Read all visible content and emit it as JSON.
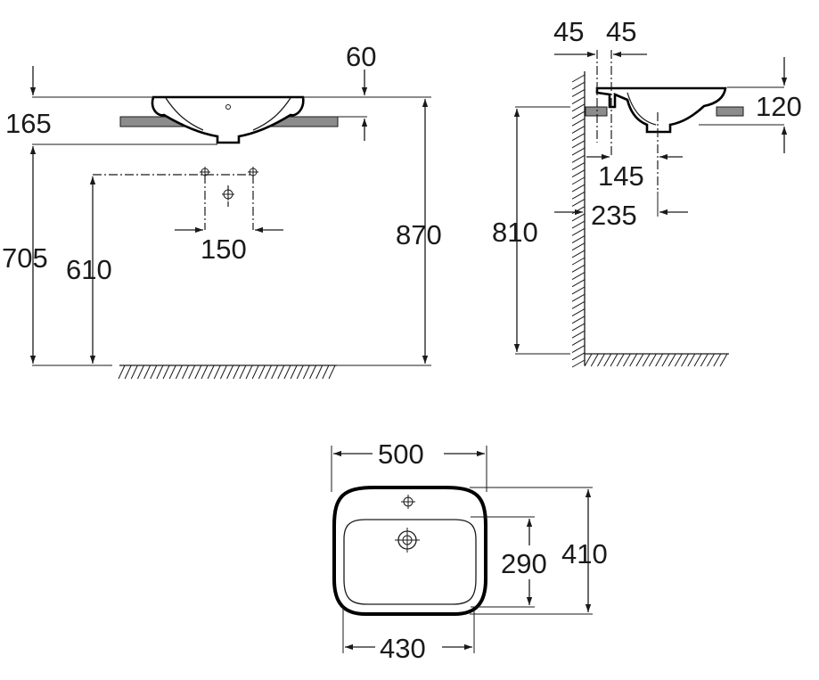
{
  "front_view": {
    "dim_total_height": "870",
    "dim_counter_height": "705",
    "dim_waste_height": "610",
    "dim_rim_top": "165",
    "dim_rim_offset": "60",
    "dim_tap_spacing": "150"
  },
  "side_view": {
    "dim_wall_gap_left": "45",
    "dim_wall_gap_right": "45",
    "dim_depth": "120",
    "dim_waste_offset": "145",
    "dim_basin_projection": "235",
    "dim_counter_height": "810"
  },
  "top_view": {
    "dim_overall_width": "500",
    "dim_overall_depth": "410",
    "dim_bowl_width": "430",
    "dim_bowl_depth": "290"
  },
  "colors": {
    "line": "#1a1a1a",
    "countertop": "#8c8c8c",
    "background": "#ffffff"
  }
}
